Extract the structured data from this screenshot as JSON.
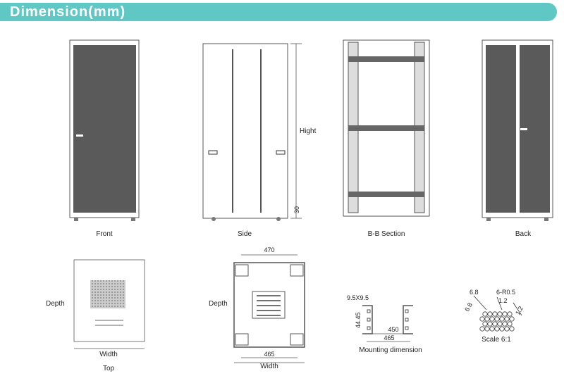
{
  "header": {
    "title": "Dimension(mm)"
  },
  "views": {
    "front": "Front",
    "side": "Side",
    "section": "B-B Section",
    "back": "Back",
    "top": "Top",
    "mounting": "Mounting dimension",
    "scale": "Scale 6:1"
  },
  "dims": {
    "hight": "Hight",
    "thirty": "30",
    "depth": "Depth",
    "width": "Width",
    "d470": "470",
    "d465": "465",
    "d450": "450",
    "hole": "9.5X9.5",
    "d4445": "44.45",
    "d68": "6.8",
    "r05": "6-R0.5",
    "d12": "1.2"
  },
  "colors": {
    "accent": "#5fc8c4",
    "mesh": "#5a5a5a"
  }
}
